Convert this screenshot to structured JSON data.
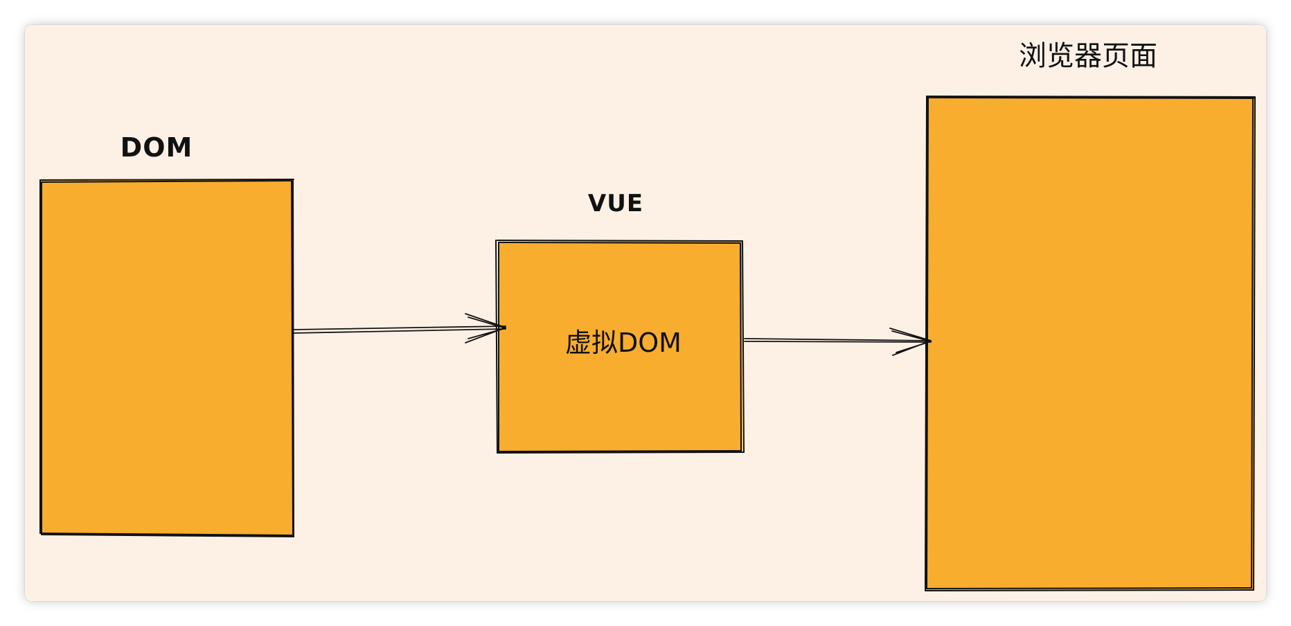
{
  "diagram": {
    "colors": {
      "background": "#fdf1e6",
      "box_fill": "#f8ad2f",
      "stroke": "#111111"
    },
    "nodes": {
      "dom": {
        "label": "DOM"
      },
      "vue": {
        "label": "VUE",
        "inner_label": "虚拟DOM"
      },
      "browser": {
        "label": "浏览器页面"
      }
    },
    "edges": [
      {
        "from": "dom",
        "to": "vue"
      },
      {
        "from": "vue",
        "to": "browser"
      }
    ]
  }
}
